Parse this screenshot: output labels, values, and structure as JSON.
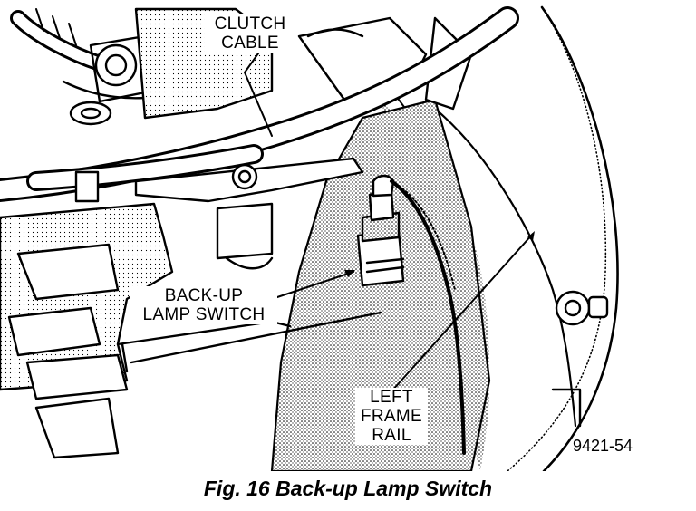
{
  "labels": {
    "clutch_cable": [
      "CLUTCH",
      "CABLE"
    ],
    "backup_switch": [
      "BACK-UP",
      "LAMP SWITCH"
    ],
    "left_frame_rail": [
      "LEFT",
      "FRAME",
      "RAIL"
    ],
    "code": "9421-54"
  },
  "caption": "Fig. 16 Back-up Lamp Switch",
  "colors": {
    "ink": "#000000",
    "paper": "#ffffff"
  }
}
